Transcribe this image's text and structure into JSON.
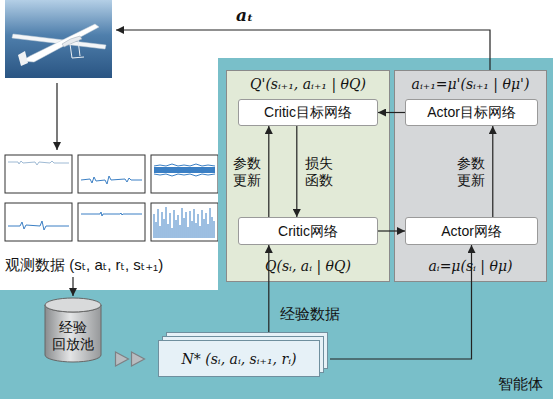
{
  "diagram": {
    "nodes": [
      {
        "text": [
          "智能体"
        ]
      },
      {
        "text": [
          "Q'(sᵢ₊₁, aᵢ₊₁ | θQ)",
          "Q(sᵢ, aᵢ | θQ)"
        ],
        "in": 0
      },
      {
        "text": [
          "Critic目标网络"
        ],
        "in": 1
      },
      {
        "text": [
          "Critic网络"
        ],
        "in": 1
      },
      {
        "text": [
          "aᵢ₊₁=μ'(sᵢ₊₁ | θμ')",
          "aᵢ=μ(sᵢ | θμ)"
        ],
        "in": 0
      },
      {
        "text": [
          "Actor目标网络"
        ],
        "in": 4
      },
      {
        "text": [
          "Actor网络"
        ],
        "in": 4
      },
      {
        "text": [
          "经验 回放池"
        ],
        "in": 0
      },
      {
        "text": [
          "N* (sᵢ, aᵢ, sᵢ₊₁, rᵢ)"
        ],
        "in": 0
      }
    ],
    "edges": [
      {
        "from": 3,
        "to": 2,
        "label": "参数 更新",
        "arrow": "to"
      },
      {
        "from": 2,
        "to": 3,
        "label": "损失 函数",
        "arrow": "to"
      },
      {
        "from": 6,
        "to": 5,
        "label": "参数 更新",
        "arrow": "to"
      },
      {
        "from": 5,
        "to": 2,
        "arrow": "to"
      },
      {
        "from": 3,
        "to": 6,
        "arrow": "to"
      },
      {
        "from": 8,
        "to": 3,
        "arrow": "to"
      },
      {
        "from": 8,
        "to": 6,
        "arrow": "to"
      },
      {
        "from": 7,
        "to": 8,
        "arrow": "to"
      }
    ],
    "labels": [
      "aₜ",
      "观测数据 (sₜ, aₜ, rₜ, sₜ₊₁)",
      "经验数据"
    ]
  }
}
